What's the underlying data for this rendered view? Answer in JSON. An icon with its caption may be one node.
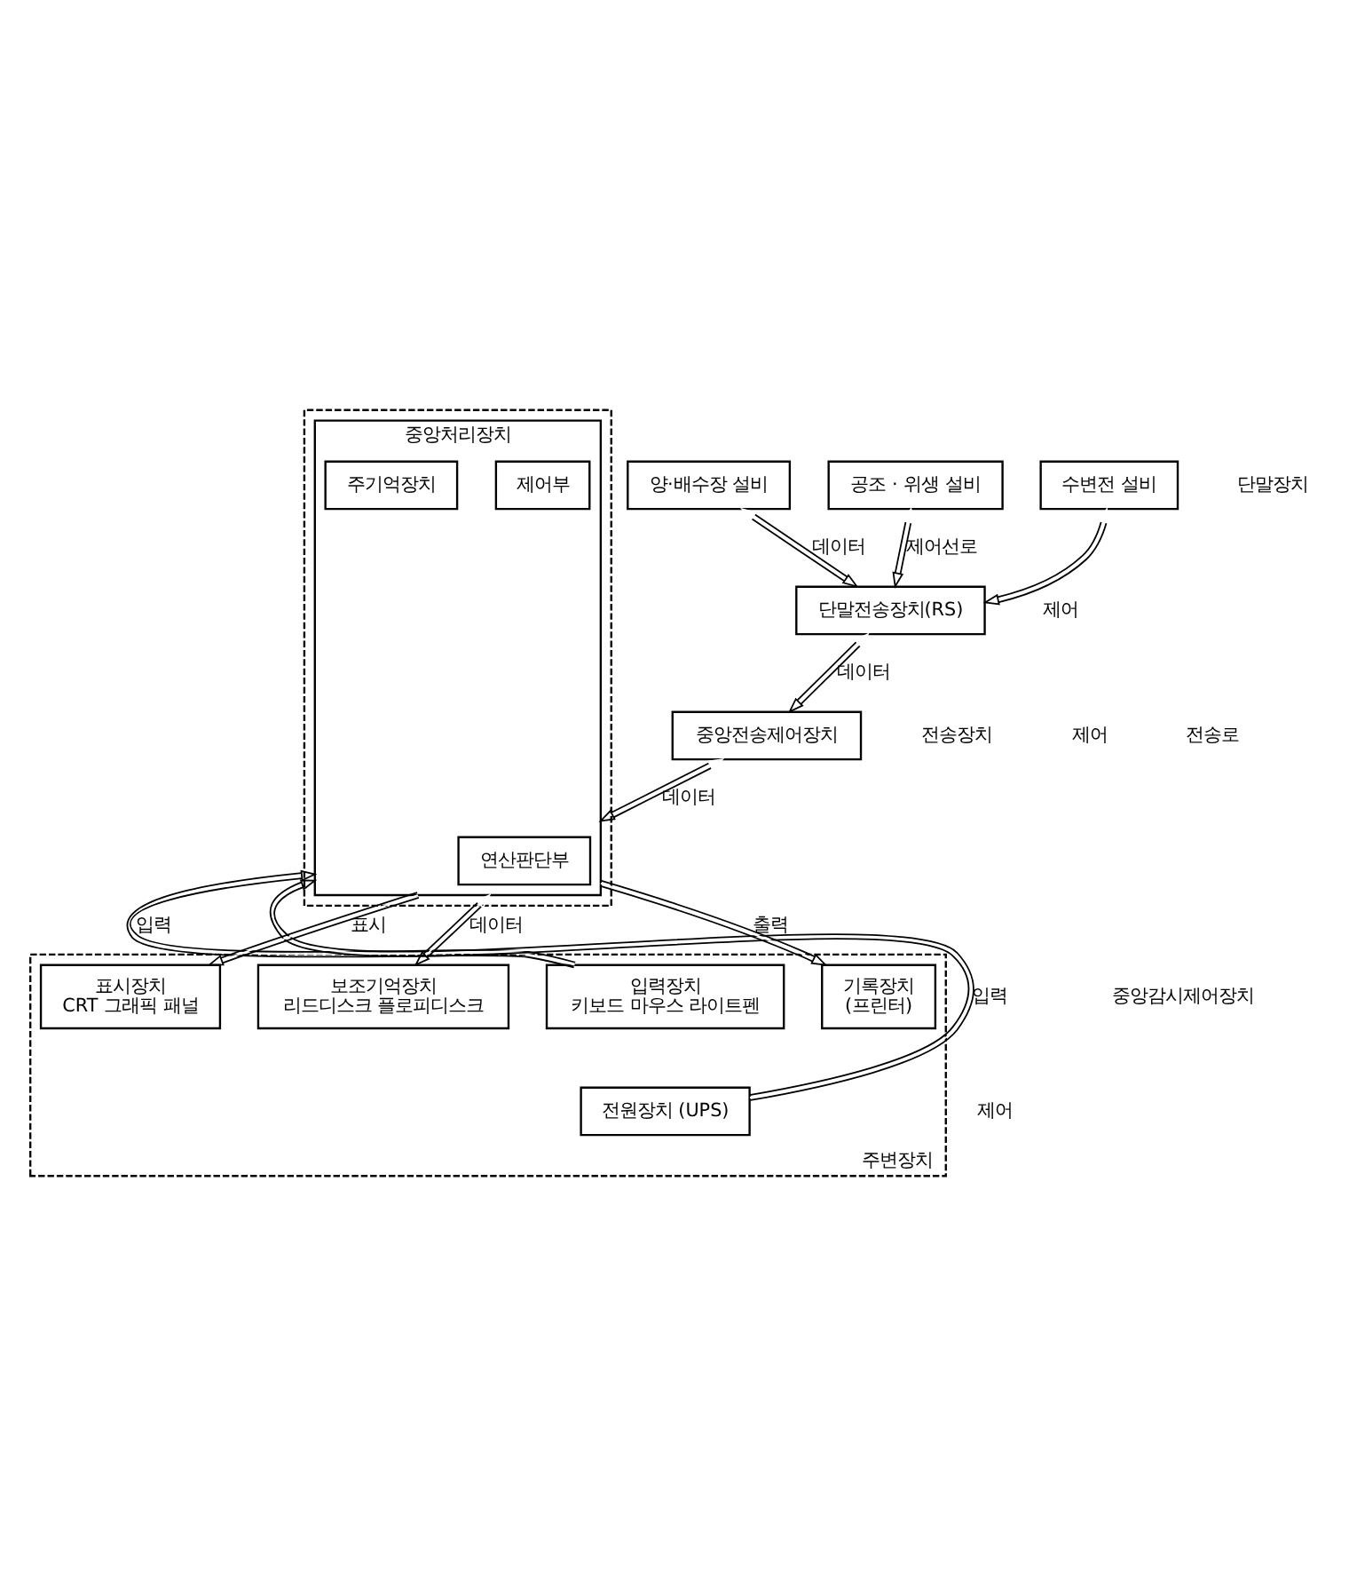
{
  "diagram": {
    "nodes": [
      {
        "text": [
          "수변전 설비"
        ]
      },
      {
        "text": [
          "양·배수장 설비"
        ]
      },
      {
        "text": [
          "공조 · 위생 설비"
        ]
      },
      {
        "text": [
          "단말전송장치(RS)"
        ]
      },
      {
        "text": [
          "중앙전송제어장치"
        ]
      },
      {
        "text": [
          "주변장치"
        ]
      },
      {
        "text": [],
        "shape": "box"
      },
      {
        "text": [
          "표시장치",
          "CRT 그래픽 패널"
        ],
        "in": 5
      },
      {
        "text": [
          "중앙처리장치"
        ],
        "in": 6
      },
      {
        "text": [
          "제어부"
        ],
        "in": 8
      },
      {
        "text": [
          "연산판단부"
        ],
        "in": 8
      },
      {
        "text": [
          "주기억장치"
        ],
        "in": 8
      },
      {
        "text": [
          "보조기억장치",
          "리드디스크 플로피디스크"
        ],
        "in": 5
      },
      {
        "text": [
          "입력장치",
          "키보드 마우스 라이트펜"
        ],
        "in": 5
      },
      {
        "text": [
          "기록장치",
          "(프린터)"
        ],
        "in": 5
      },
      {
        "text": [
          "전원장치 (UPS)"
        ],
        "in": 5
      }
    ],
    "edges": [
      {
        "from": 0,
        "to": 3,
        "arrow": "both"
      },
      {
        "from": 1,
        "to": 3,
        "arrow": "both",
        "label": "데이터"
      },
      {
        "from": 2,
        "to": 3,
        "arrow": "both",
        "label": "제어선로"
      },
      {
        "from": 3,
        "to": 4,
        "arrow": "both",
        "label": "데이터"
      },
      {
        "from": 4,
        "to": 8,
        "arrow": "both",
        "label": "데이터"
      },
      {
        "from": 8,
        "to": 7,
        "arrow": "to",
        "label": "표시"
      },
      {
        "from": 13,
        "to": 8,
        "arrow": "to",
        "label": "입력"
      },
      {
        "from": 8,
        "to": 12,
        "arrow": "both",
        "label": "데이터"
      },
      {
        "from": 8,
        "to": 14,
        "arrow": "to",
        "label": "출력"
      },
      {
        "from": 15,
        "to": 8,
        "arrow": "to",
        "label": "입력"
      }
    ],
    "labels": [
      "단말장치",
      "제어",
      "전송장치",
      "제어",
      "전송로",
      "중앙감시제어장치",
      "제어"
    ]
  }
}
